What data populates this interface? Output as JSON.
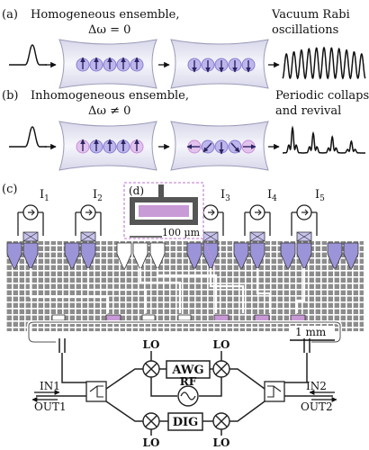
{
  "panel_a": {
    "label": "(a)",
    "title_line1": "Homogeneous ensemble,",
    "title_line2": "Δω = 0",
    "result_line1": "Vacuum Rabi",
    "result_line2": "oscillations"
  },
  "panel_b": {
    "label": "(b)",
    "title_line1": "Inhomogeneous ensemble,",
    "title_line2": "Δω ≠ 0",
    "result_line1": "Periodic collapse",
    "result_line2": "and revival"
  },
  "panel_c": {
    "label": "(c)",
    "inset_label": "(d)",
    "inset_scale": "100 μm",
    "chip_scale": "1 mm",
    "currents": [
      "I",
      "I",
      "I",
      "I",
      "I"
    ],
    "current_subs": [
      "1",
      "2",
      "3",
      "4",
      "5"
    ]
  },
  "circuit": {
    "lo": "LO",
    "awg": "AWG",
    "rf": "RF",
    "dig": "DIG",
    "in1": "IN1",
    "out1": "OUT1",
    "in2": "IN2",
    "out2": "OUT2"
  },
  "colors": {
    "spin": "#8a7fd0",
    "spin_inhomogeneous": "#c98fd6",
    "cavity": "#e6e6f4",
    "chip_grid": "#8c8c8c",
    "inset_bg": "#555555",
    "inset_fill": "#c89ad6",
    "line_dark": "#222222"
  }
}
